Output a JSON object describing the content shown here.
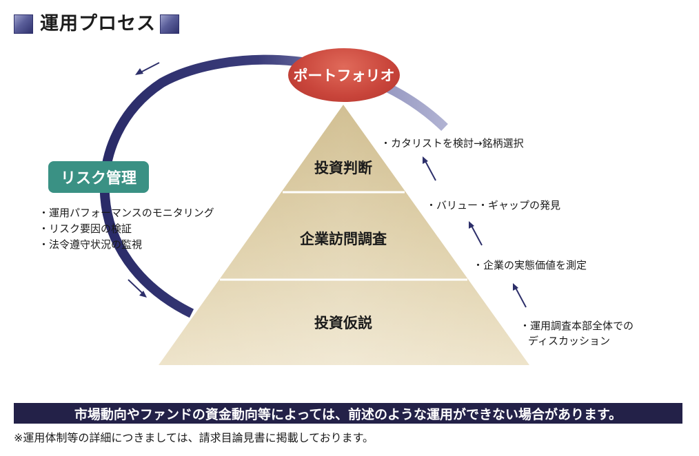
{
  "header": {
    "title": "運用プロセス"
  },
  "cycle": {
    "top_node": "ポートフォリオ",
    "left_node": "リスク管理",
    "risk_items": [
      "・運用パフォーマンスのモニタリング",
      "・リスク要因の検証",
      "・法令遵守状況の監視"
    ]
  },
  "pyramid": {
    "tiers": [
      "投資判断",
      "企業訪問調査",
      "投資仮説"
    ]
  },
  "steps": [
    "・カタリストを検討→銘柄選択",
    "・バリュー・ギャップの発見",
    "・企業の実態価値を測定",
    "・運用調査本部全体での",
    "ディスカッション"
  ],
  "footer": {
    "banner": "市場動向やファンドの資金動向等によっては、前述のような運用ができない場合があります。",
    "note": "※運用体制等の詳細につきましては、請求目論見書に掲載しております。"
  },
  "colors": {
    "portfolio": "#c8443a",
    "risk": "#3a9184",
    "cycle_dark": "#2d2f6a",
    "cycle_light": "#9a9cc4",
    "pyramid": "#d8c79a",
    "banner": "#232148"
  }
}
